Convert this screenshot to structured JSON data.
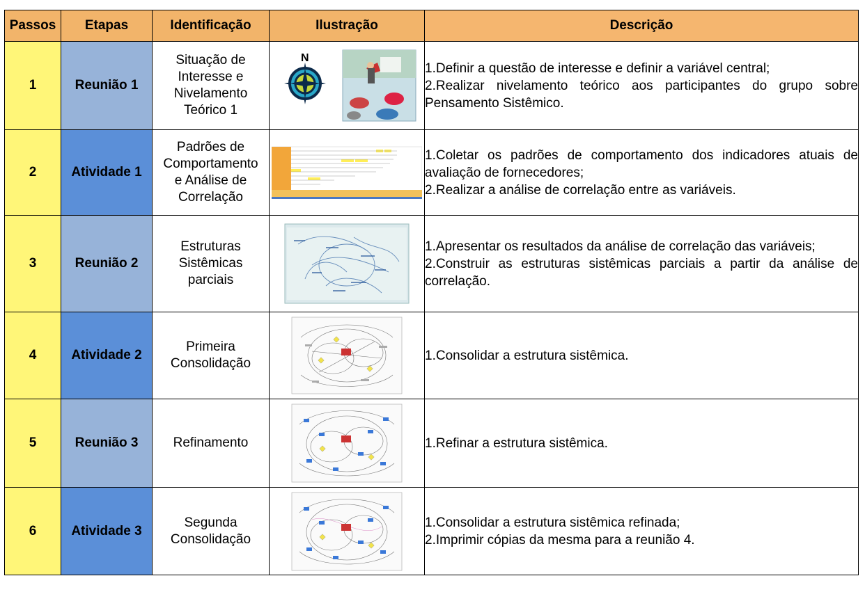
{
  "header": {
    "passos": "Passos",
    "etapas": "Etapas",
    "identificacao": "Identificação",
    "ilustracao": "Ilustração",
    "descricao": "Descrição"
  },
  "rows": [
    {
      "passo": "1",
      "etapa": "Reunião 1",
      "identificacao": [
        "Situação de",
        "Interesse e",
        "Nivelamento",
        "Teórico 1"
      ],
      "ilustracao": "compass-and-meeting-image",
      "compass_label": "N",
      "descricao": [
        "1.Definir a questão de interesse e definir a variável central;",
        "2.Realizar nivelamento teórico aos participantes do grupo sobre Pensamento Sistêmico."
      ]
    },
    {
      "passo": "2",
      "etapa": "Atividade 1",
      "identificacao": [
        "Padrões de",
        "Comportamento",
        "e Análise de",
        "Correlação"
      ],
      "ilustracao": "correlation-spreadsheet-image",
      "descricao": [
        "1.Coletar os padrões de comportamento dos indicadores atuais de avaliação de fornecedores;",
        "2.Realizar a análise de correlação entre as variáveis."
      ]
    },
    {
      "passo": "3",
      "etapa": "Reunião 2",
      "identificacao": [
        "Estruturas",
        "Sistêmicas",
        "parciais"
      ],
      "ilustracao": "whiteboard-photo-image",
      "descricao": [
        "1.Apresentar os resultados da análise de correlação das variáveis;",
        "2.Construir as estruturas sistêmicas parciais a partir da análise de correlação."
      ]
    },
    {
      "passo": "4",
      "etapa": "Atividade 2",
      "identificacao": [
        "Primeira",
        "Consolidação"
      ],
      "ilustracao": "systemic-map-image",
      "descricao": [
        "1.Consolidar a estrutura sistêmica."
      ]
    },
    {
      "passo": "5",
      "etapa": "Reunião 3",
      "identificacao": [
        "Refinamento"
      ],
      "ilustracao": "systemic-map-image",
      "descricao": [
        "1.Refinar a estrutura sistêmica."
      ]
    },
    {
      "passo": "6",
      "etapa": "Atividade 3",
      "identificacao": [
        "Segunda",
        "Consolidação"
      ],
      "ilustracao": "systemic-map-image",
      "descricao": [
        "1.Consolidar a estrutura sistêmica refinada;",
        "2.Imprimir cópias da mesma para a reunião 4."
      ]
    }
  ],
  "colors": {
    "header_bg": "#f2b46a",
    "passo_bg": "#fff678",
    "reuniao_bg": "#97b3d9",
    "atividade_bg": "#5b8fd8"
  }
}
